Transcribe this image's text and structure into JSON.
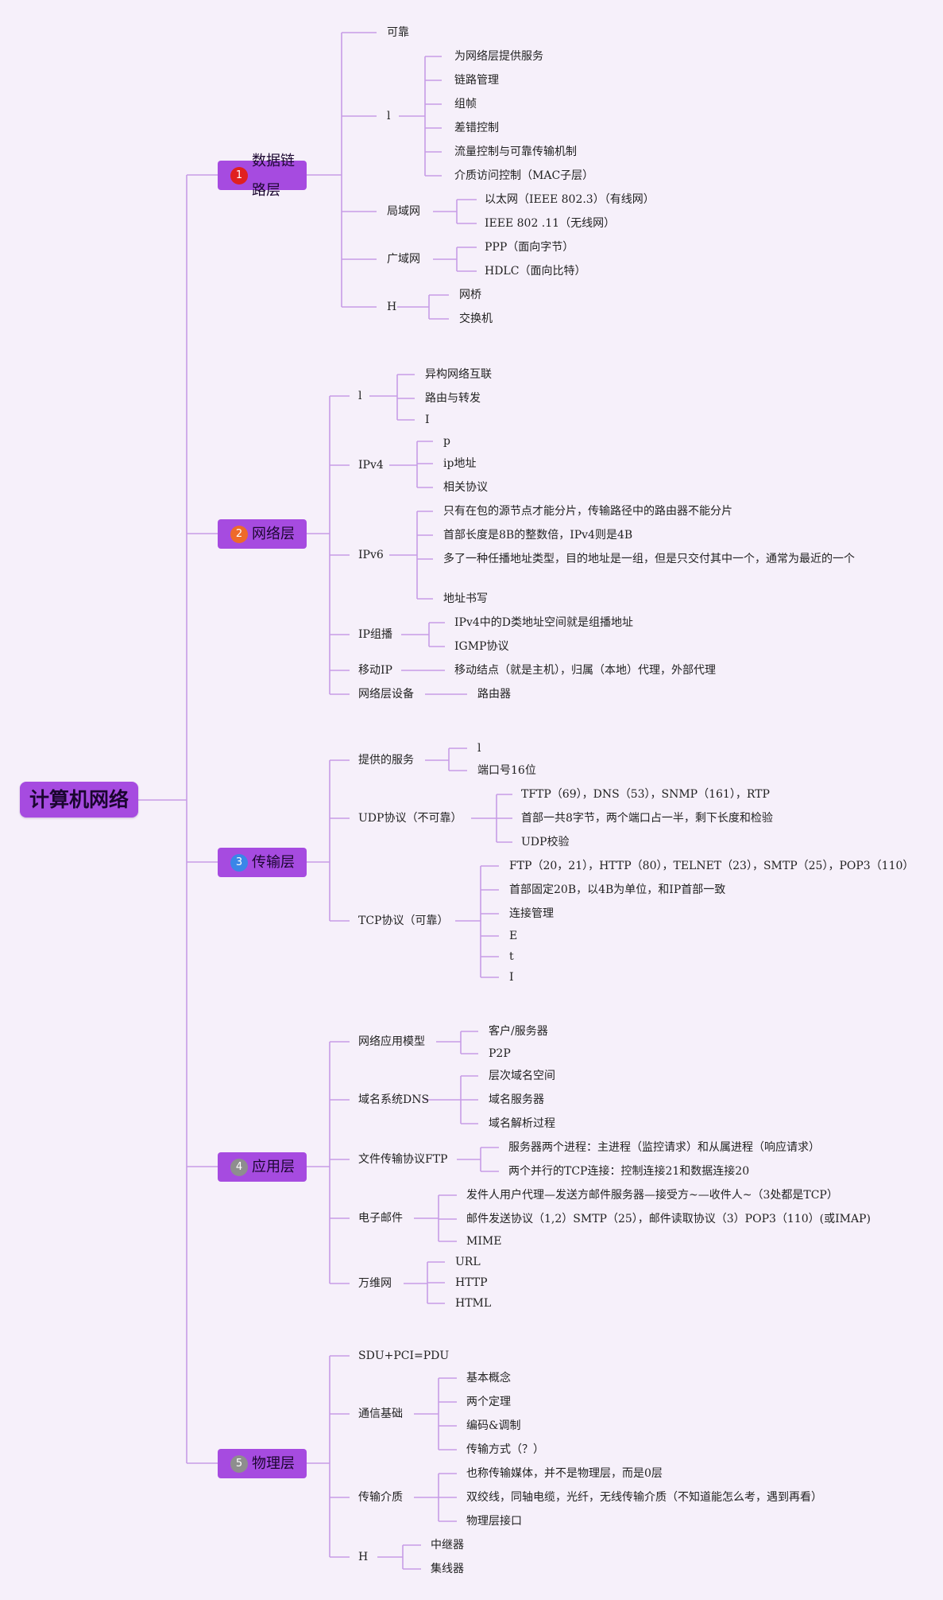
{
  "root": "计算机网络",
  "colors": {
    "accent": "#a64be0",
    "line": "#c79ce6",
    "background": "#f6f0fa"
  },
  "branches": [
    {
      "label": "数据链路层",
      "badge": "1",
      "badge_color": "#e02020"
    },
    {
      "label": "网络层",
      "badge": "2",
      "badge_color": "#ee6a2a"
    },
    {
      "label": "传输层",
      "badge": "3",
      "badge_color": "#3a86e8"
    },
    {
      "label": "应用层",
      "badge": "4",
      "badge_color": "#8e8e8e"
    },
    {
      "label": "物理层",
      "badge": "5",
      "badge_color": "#8e8e8e"
    }
  ],
  "nodes": {
    "dl": {
      "reliable": "可靠",
      "l": "l",
      "l_items": [
        "为网络层提供服务",
        "链路管理",
        "组帧",
        "差错控制",
        "流量控制与可靠传输机制",
        "介质访问控制（MAC子层）"
      ],
      "lan": "局域网",
      "lan_items": [
        "以太网（IEEE 802.3）（有线网）",
        "IEEE 802 .11（无线网）"
      ],
      "wan": "广域网",
      "wan_items": [
        "PPP（面向字节）",
        "HDLC（面向比特）"
      ],
      "h": "H",
      "h_items": [
        "网桥",
        "交换机"
      ]
    },
    "nw": {
      "l": "l",
      "l_items": [
        "异构网络互联",
        "路由与转发",
        "I"
      ],
      "ipv4": "IPv4",
      "ipv4_items": [
        "p",
        "ip地址",
        "相关协议"
      ],
      "ipv6": "IPv6",
      "ipv6_items": [
        "只有在包的源节点才能分片，传输路径中的路由器不能分片",
        "首部长度是8B的整数倍，IPv4则是4B",
        "多了一种任播地址类型，目的地址是一组，但是只交付其中一个，通常为最近的一个",
        "地址书写"
      ],
      "multicast": "IP组播",
      "multicast_items": [
        "IPv4中的D类地址空间就是组播地址",
        "IGMP协议"
      ],
      "mobile": "移动IP",
      "mobile_item": "移动结点（就是主机），归属（本地）代理，外部代理",
      "device": "网络层设备",
      "device_item": "路由器"
    },
    "tp": {
      "service": "提供的服务",
      "service_items": [
        "l",
        "端口号16位"
      ],
      "udp": "UDP协议（不可靠）",
      "udp_items": [
        "TFTP（69），DNS（53），SNMP（161），RTP",
        "首部一共8字节，两个端口占一半，剩下长度和检验",
        "UDP校验"
      ],
      "tcp": "TCP协议（可靠）",
      "tcp_items": [
        "FTP（20，21），HTTP（80），TELNET（23），SMTP（25），POP3（110）",
        "首部固定20B，以4B为单位，和IP首部一致",
        "连接管理",
        "E",
        "t",
        "I"
      ]
    },
    "ap": {
      "model": "网络应用模型",
      "model_items": [
        "客户/服务器",
        "P2P"
      ],
      "dns": "域名系统DNS",
      "dns_items": [
        "层次域名空间",
        "域名服务器",
        "域名解析过程"
      ],
      "ftp": "文件传输协议FTP",
      "ftp_items": [
        "服务器两个进程：主进程（监控请求）和从属进程（响应请求）",
        "两个并行的TCP连接：控制连接21和数据连接20"
      ],
      "mail": "电子邮件",
      "mail_items": [
        "发件人用户代理—发送方邮件服务器—接受方~—收件人~（3处都是TCP）",
        "邮件发送协议（1,2）SMTP（25），邮件读取协议（3）POP3（110）(或IMAP)",
        "MIME"
      ],
      "www": "万维网",
      "www_items": [
        "URL",
        "HTTP",
        "HTML"
      ]
    },
    "ph": {
      "sdu": "SDU+PCI=PDU",
      "comm": "通信基础",
      "comm_items": [
        "基本概念",
        "两个定理",
        "编码&调制",
        "传输方式（？）"
      ],
      "media": "传输介质",
      "media_items": [
        "也称传输媒体，并不是物理层，而是0层",
        "双绞线，同轴电缆，光纤，无线传输介质（不知道能怎么考，遇到再看）",
        "物理层接口"
      ],
      "h": "H",
      "h_items": [
        "中继器",
        "集线器"
      ]
    }
  }
}
